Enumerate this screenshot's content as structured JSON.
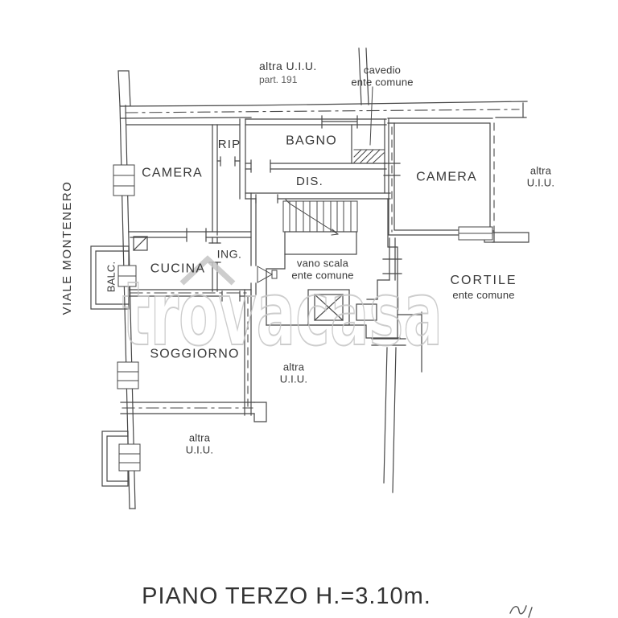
{
  "street": "VIALE MONTENERO",
  "title": "PIANO TERZO H.=3.10m.",
  "watermark": "trovacasa",
  "units": {
    "top": {
      "line1": "altra U.I.U.",
      "line2": "part. 191"
    },
    "right": {
      "line1": "altra",
      "line2": "U.I.U."
    },
    "center": {
      "line1": "altra",
      "line2": "U.I.U."
    },
    "bottom": {
      "line1": "altra",
      "line2": "U.I.U."
    }
  },
  "common_areas": {
    "cavedio": {
      "line1": "cavedio",
      "line2": "ente comune"
    },
    "vano_scala": {
      "line1": "vano scala",
      "line2": "ente comune"
    },
    "cortile": {
      "line1": "CORTILE",
      "line2": "ente comune"
    }
  },
  "rooms": {
    "camera_left": "CAMERA",
    "rip": "RIP",
    "bagno": "BAGNO",
    "dis": "DIS.",
    "camera_right": "CAMERA",
    "ing": "ING.",
    "cucina": "CUCINA",
    "balc": "BALC.",
    "soggiorno": "SOGGIORNO"
  },
  "colors": {
    "line": "#474747",
    "label": "#383838",
    "watermark": "#c5c5c5",
    "background": "#ffffff"
  }
}
